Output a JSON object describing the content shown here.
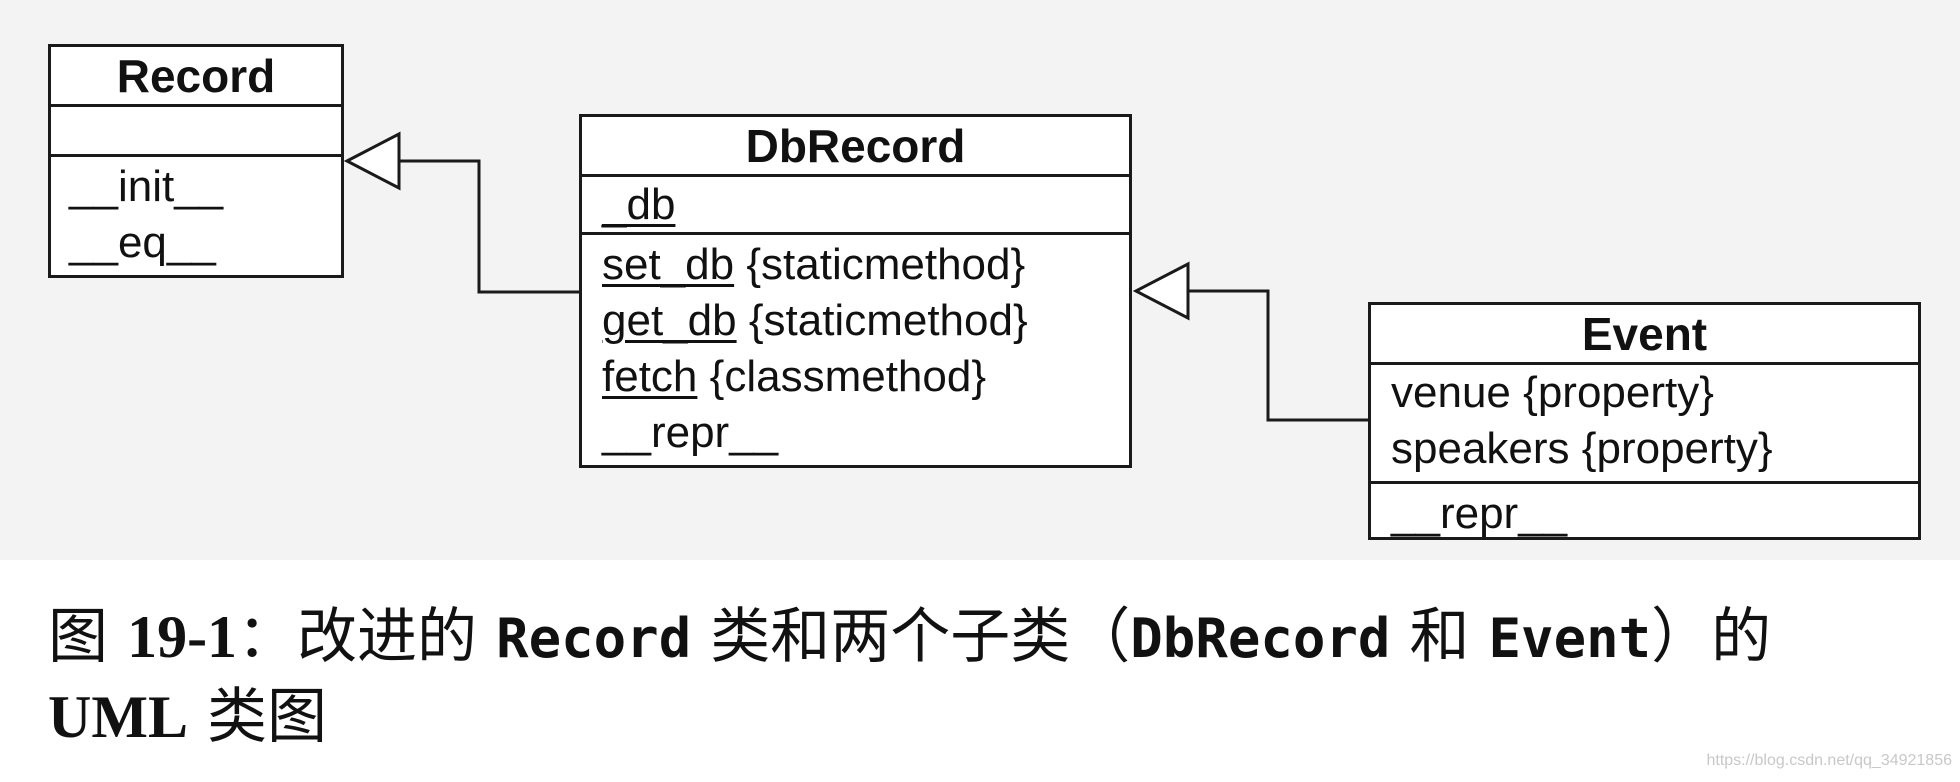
{
  "diagram": {
    "classes": {
      "record": {
        "name": "Record",
        "methods": [
          "__init__",
          "__eq__"
        ]
      },
      "dbrecord": {
        "name": "DbRecord",
        "field": "_db",
        "methods": [
          {
            "name": "set_db",
            "stereotype": "{staticmethod}"
          },
          {
            "name": "get_db",
            "stereotype": "{staticmethod}"
          },
          {
            "name": "fetch",
            "stereotype": "{classmethod}"
          },
          {
            "name": "__repr__",
            "stereotype": ""
          }
        ]
      },
      "event": {
        "name": "Event",
        "fields": [
          {
            "name": "venue",
            "stereotype": "{property}"
          },
          {
            "name": "speakers",
            "stereotype": "{property}"
          }
        ],
        "methods": [
          "__repr__"
        ]
      }
    },
    "relations": [
      {
        "type": "inheritance",
        "from": "DbRecord",
        "to": "Record"
      },
      {
        "type": "inheritance",
        "from": "Event",
        "to": "DbRecord"
      }
    ]
  },
  "caption": {
    "prefix": "图 ",
    "figure_number": "19-1",
    "text_a": "：改进的 ",
    "code_record": "Record",
    "text_b": " 类和两个子类（",
    "code_dbrecord": "DbRecord",
    "text_c": " 和 ",
    "code_event": "Event",
    "text_d": "）的",
    "uml": "UML",
    "text_e": " 类图"
  },
  "watermark": "https://blog.csdn.net/qq_34921856"
}
